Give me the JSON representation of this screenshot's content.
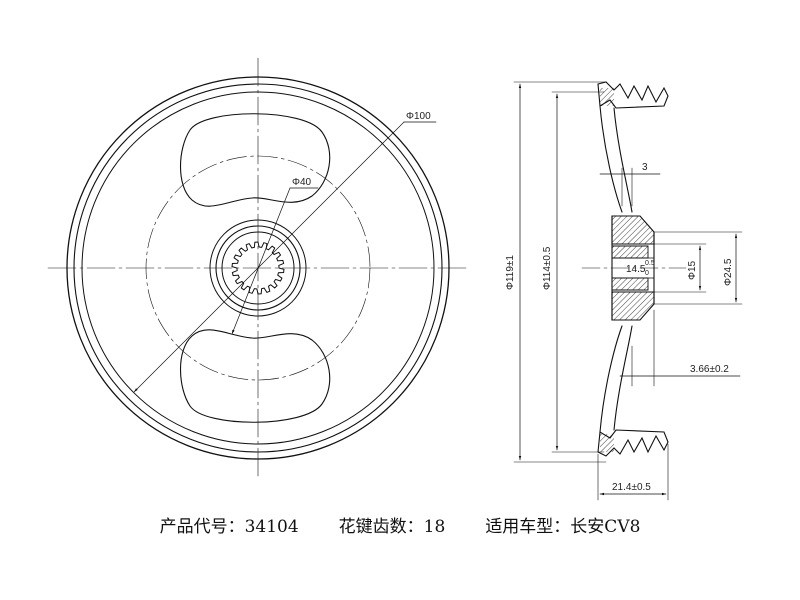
{
  "dimensions": {
    "phi100": "Φ100",
    "phi40": "Φ40",
    "phi119": "Φ119±1",
    "phi114": "Φ114±0.5",
    "phi15": "Φ15",
    "phi24_5": "Φ24.5",
    "d3": "3",
    "d14_5": "14.5",
    "d14_5_tol_upper": "0.5",
    "d14_5_tol_lower": "0",
    "d3_66": "3.66±0.2",
    "d21_4": "21.4±0.5"
  },
  "caption": {
    "product_code": "产品代号：34104",
    "spline_teeth": "花键齿数：18",
    "vehicle_model": "适用车型：长安CV8"
  }
}
